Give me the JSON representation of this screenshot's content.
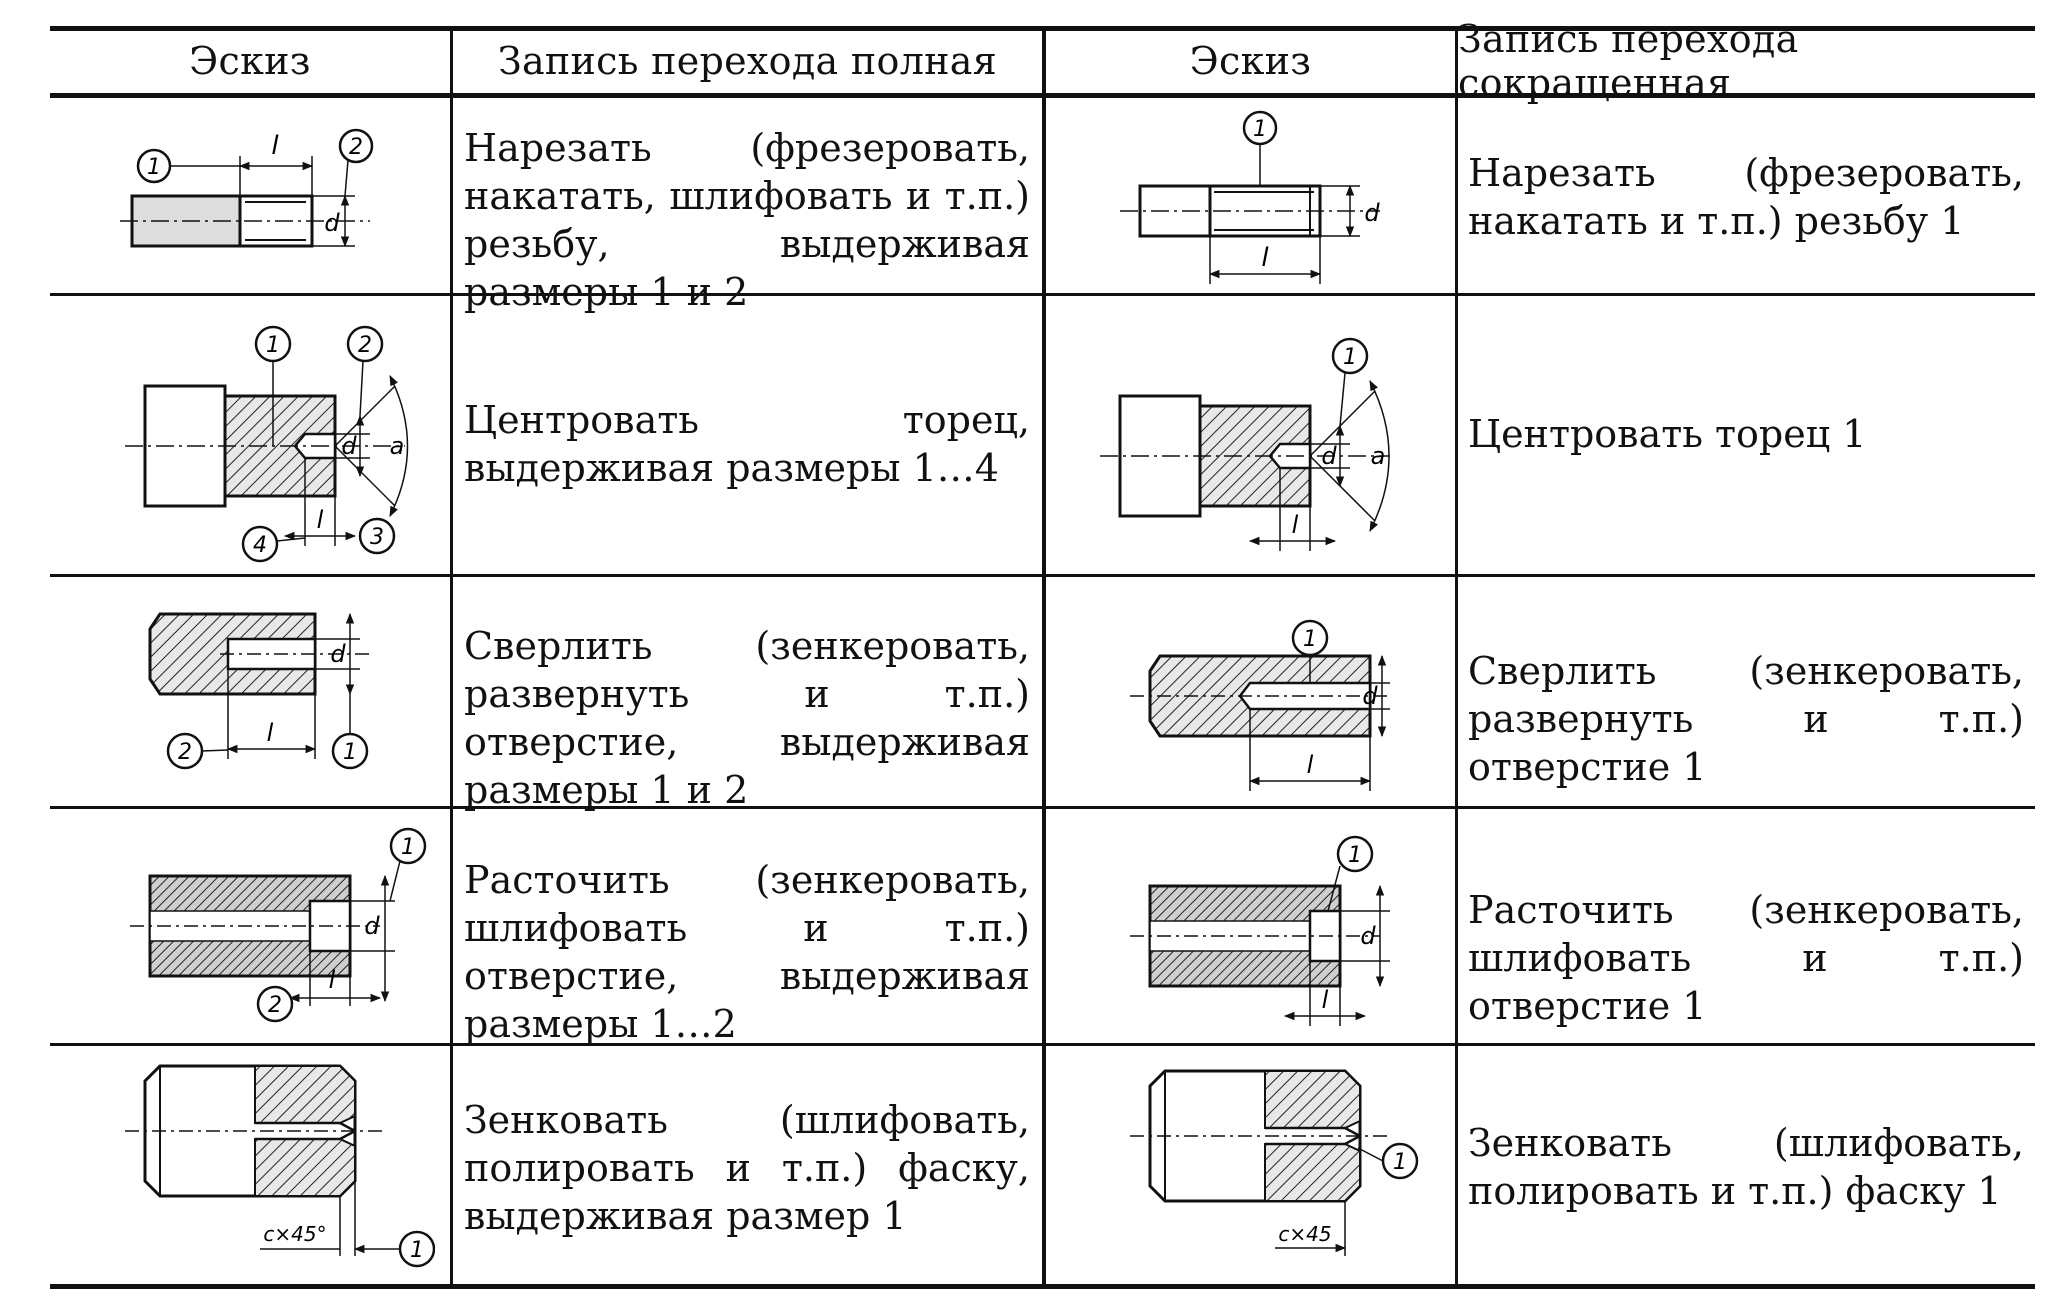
{
  "headers": [
    "Эскиз",
    "Запись перехода полная",
    "Эскиз",
    "Запись перехода сокращенная"
  ],
  "rows": [
    {
      "full": "Нарезать (фрезеровать, накатать, шлифовать и т.п.) резьбу, выдерживая размеры 1 и 2",
      "short": "Нарезать (фрезеровать, накатать и т.п.) резьбу 1"
    },
    {
      "full": "Центровать торец, выдерживая размеры 1…4",
      "short": "Центровать торец 1"
    },
    {
      "full": "Сверлить (зенкеровать, развернуть и т.п.) отверстие, выдерживая размеры 1 и 2",
      "short": "Сверлить (зенкеровать, развернуть и т.п.) отверстие 1"
    },
    {
      "full": "Расточить (зенкеровать, шлифовать и т.п.) отверстие, выдерживая размеры 1…2",
      "short": "Расточить (зенкеровать, шлифовать и т.п.) отверстие 1"
    },
    {
      "full": "Зенковать (шлифовать, полировать и т.п.) фаску, выдерживая размер 1",
      "short": "Зенковать (шлифовать, полировать и т.п.) фаску 1"
    }
  ],
  "sketch_labels": {
    "n1": "1",
    "n2": "2",
    "n3": "3",
    "n4": "4",
    "l": "l",
    "d": "d",
    "a": "a",
    "c45_full": "c×45°",
    "c45_short": "c×45"
  }
}
